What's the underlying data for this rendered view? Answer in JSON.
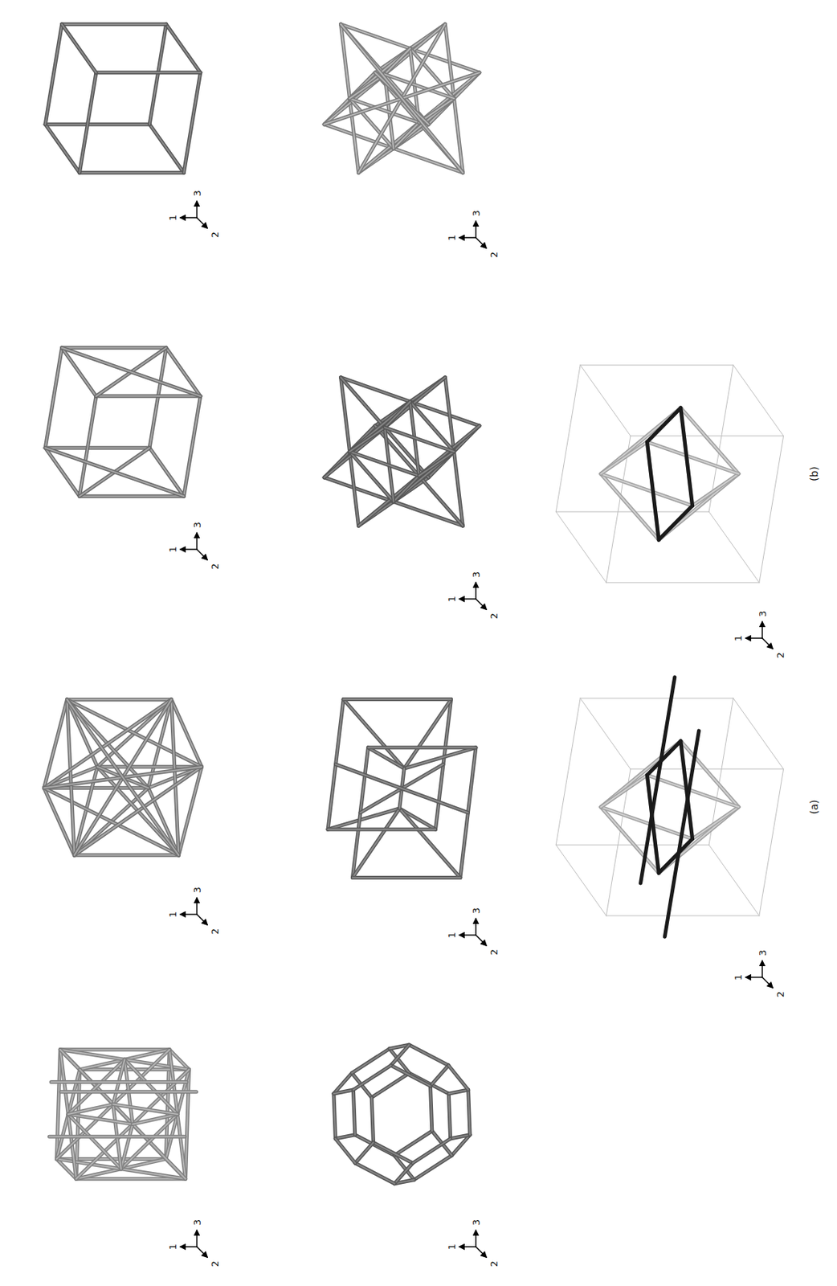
{
  "diagram": {
    "labels": [
      "1",
      "2",
      "3",
      "1",
      "2",
      "3",
      "1",
      "2",
      "3",
      "1",
      "2",
      "3",
      "1",
      "2",
      "3",
      "1",
      "2",
      "3",
      "1",
      "2",
      "3",
      "1",
      "2",
      "3",
      "1",
      "2",
      "3",
      "1",
      "2",
      "3",
      "(a)",
      "(b)"
    ]
  }
}
